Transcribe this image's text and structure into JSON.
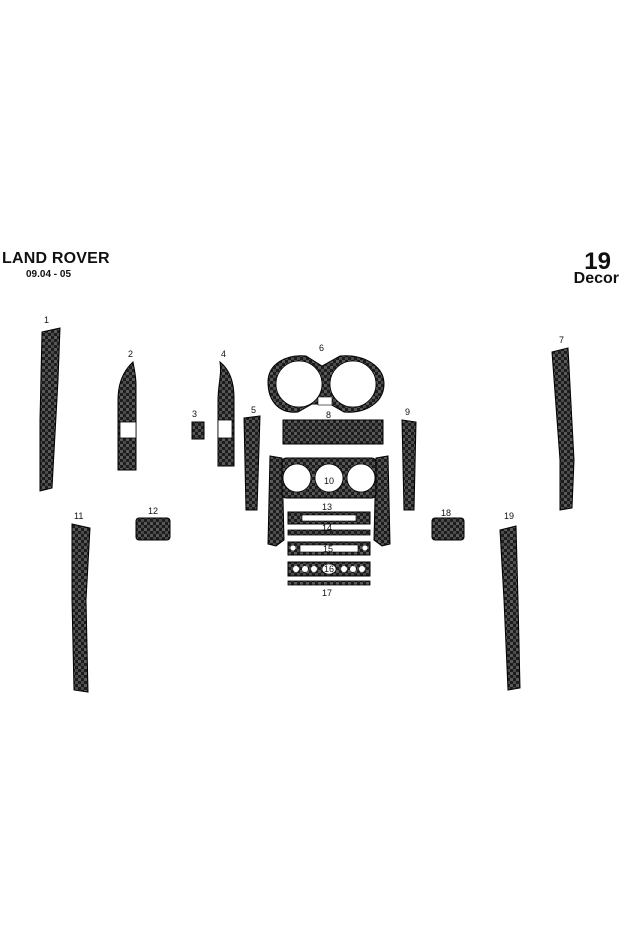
{
  "header": {
    "brand": "LAND ROVER",
    "years": "09.04 - 05",
    "count": "19",
    "kind": "Decor"
  },
  "parts": [
    {
      "id": "1"
    },
    {
      "id": "2"
    },
    {
      "id": "3"
    },
    {
      "id": "4"
    },
    {
      "id": "5"
    },
    {
      "id": "6"
    },
    {
      "id": "7"
    },
    {
      "id": "8"
    },
    {
      "id": "9"
    },
    {
      "id": "10"
    },
    {
      "id": "11"
    },
    {
      "id": "12"
    },
    {
      "id": "13"
    },
    {
      "id": "14"
    },
    {
      "id": "15"
    },
    {
      "id": "16"
    },
    {
      "id": "17"
    },
    {
      "id": "18"
    },
    {
      "id": "19"
    }
  ],
  "colors": {
    "carbon_dark": "#1c1c1c",
    "carbon_light": "#5a5a5a",
    "outline": "#000000",
    "background": "#ffffff"
  }
}
